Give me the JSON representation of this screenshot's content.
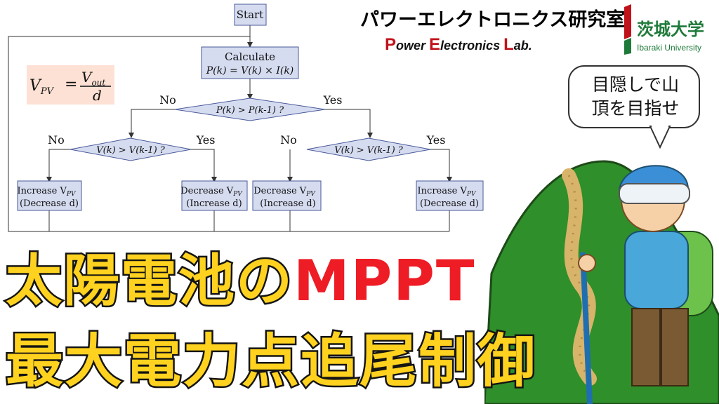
{
  "flowchart": {
    "start": "Start",
    "calc_title": "Calculate",
    "calc_formula": "P(k) = V(k)  × I(k)",
    "decision_power": "P(k) > P(k-1) ?",
    "decision_voltage": "V(k) > V(k-1) ?",
    "no_label": "No",
    "yes_label": "Yes",
    "box_increase_v": "Increase V",
    "box_decrease_d": "(Decrease d)",
    "box_decrease_v": "Decrease V",
    "box_increase_d": "(Increase d)",
    "pv_subscript": "PV"
  },
  "equation": {
    "lhs": "V",
    "lhs_sub": "PV",
    "numerator": "V",
    "numerator_sub": "out",
    "denominator": "d",
    "equals": "="
  },
  "lab": {
    "jp": "パワーエレクトロニクス研究室",
    "en_p": "P",
    "en_ower": "ower ",
    "en_e": "E",
    "en_lectronics": "lectronics ",
    "en_l": "L",
    "en_ab": "ab."
  },
  "university": {
    "jp": "茨城大学",
    "en": "Ibaraki University"
  },
  "bubble": {
    "line1": "目隠しで山",
    "line2": "頂を目指せ"
  },
  "title": {
    "line1_a": "太陽電池の",
    "line1_b": "MPPT",
    "line2": "最大電力点追尾制御"
  },
  "colors": {
    "box_fill": "#d6dcf0",
    "box_stroke": "#4a5a9a",
    "title_yellow": "#ffd21f",
    "title_red": "#ee1c25",
    "lab_red": "#c0121b",
    "univ_green": "#1f7a3a",
    "eq_bg": "#fde1d4"
  }
}
